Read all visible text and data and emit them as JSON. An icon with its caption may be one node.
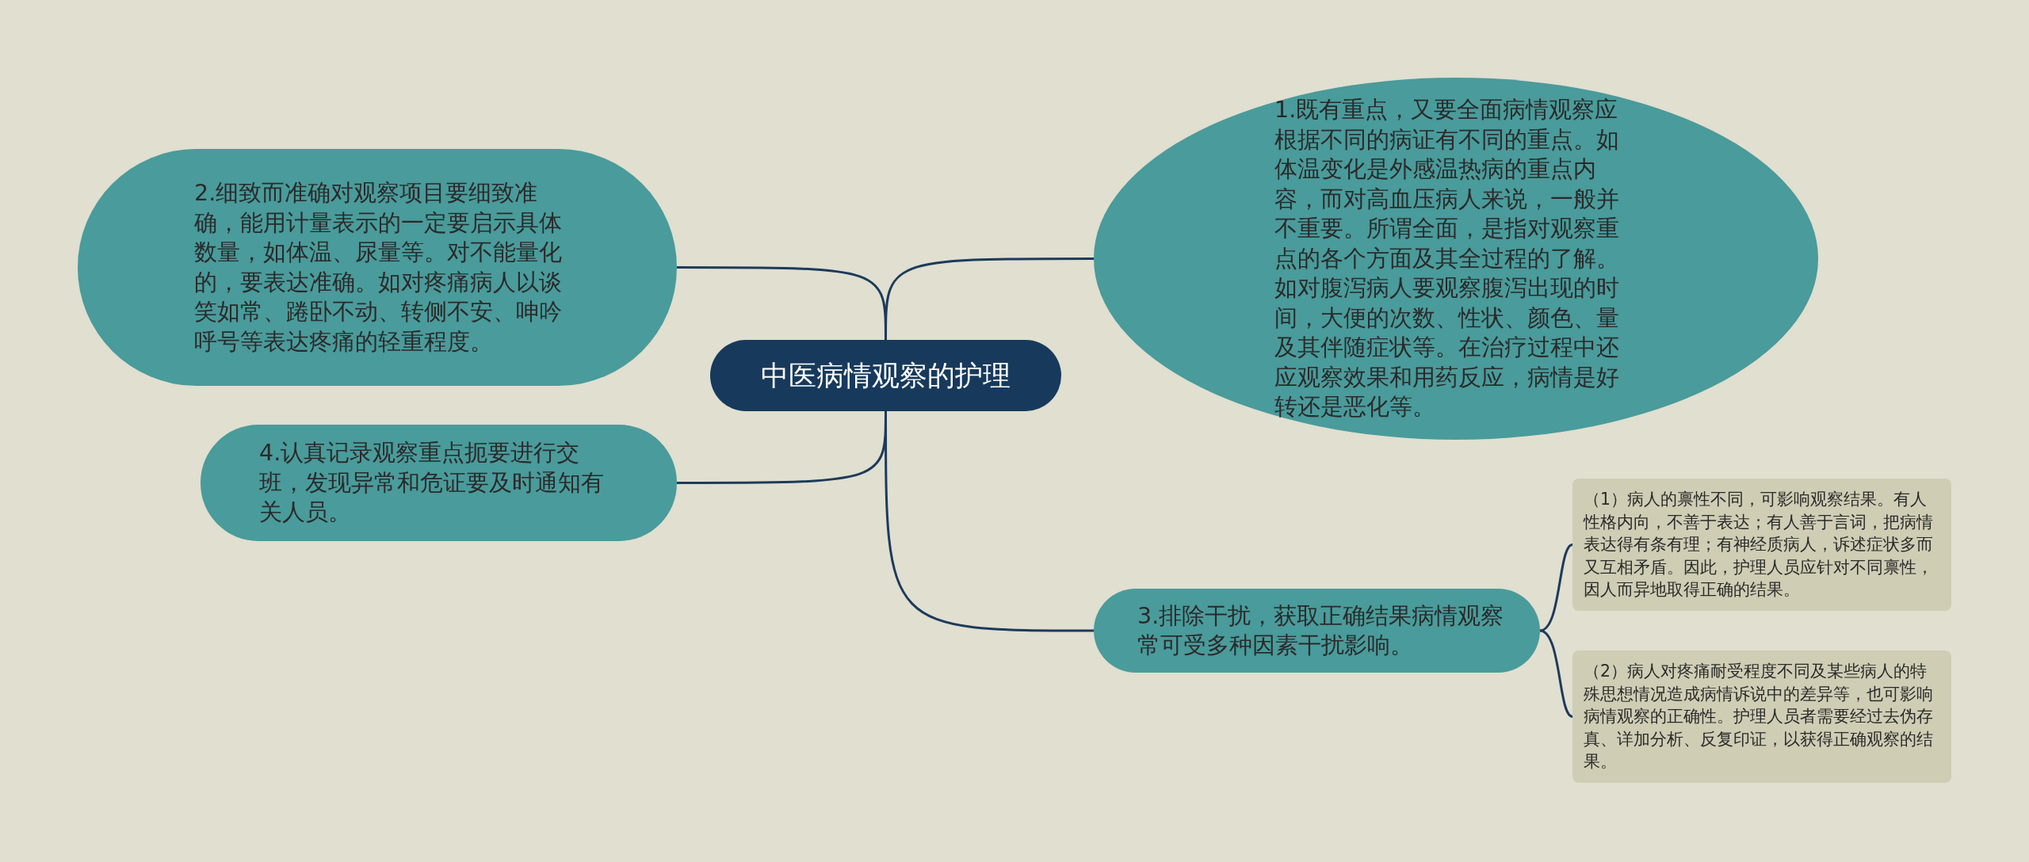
{
  "diagram": {
    "nodes": [
      {
        "text": [
          "中医病情观察的护理"
        ]
      },
      {
        "text": [
          "1.既有重点，又要全面病情观察应根据不同的病证有不同的重点。如体温变化是外感温热病的重点内容，而对高血压病人来说，一般并不重要。所谓全面，是指对观察重点的各个方面及其全过程的了解。如对腹泻病人要观察腹泻出现的时间，大便的次数、性状、颜色、量及其伴随症状等。在治疗过程中还应观察效果和用药反应，病情是好转还是恶化等。"
        ]
      },
      {
        "text": [
          "2.细致而准确对观察项目要细致准确，能用计量表示的一定要启示具体数量，如体温、尿量等。对不能量化的，要表达准确。如对疼痛病人以谈笑如常、踡卧不动、转侧不安、呻吟呼号等表达疼痛的轻重程度。"
        ]
      },
      {
        "text": [
          "3.排除干扰，获取正确结果病情观察常可受多种因素干扰影响。"
        ]
      },
      {
        "text": [
          "4.认真记录观察重点扼要进行交班，发现异常和危证要及时通知有关人员。"
        ]
      },
      {
        "text": [
          "（1）病人的禀性不同，可影响观察结果。有人性格内向，不善于表达；有人善于言词，把病情表达得有条有理；有神经质病人，诉述症状多而又互相矛盾。因此，护理人员应针对不同禀性，因人而异地取得正确的结果。"
        ]
      },
      {
        "text": [
          "（2）病人对疼痛耐受程度不同及某些病人的特殊思想情况造成病情诉说中的差异等，也可影响病情观察的正确性。护理人员者需要经过去伪存真、详加分析、反复印证，以获得正确观察的结果。"
        ]
      }
    ],
    "edges": [
      {
        "from": 0,
        "to": 1,
        "arrow": "none"
      },
      {
        "from": 0,
        "to": 2,
        "arrow": "none"
      },
      {
        "from": 0,
        "to": 3,
        "arrow": "none"
      },
      {
        "from": 0,
        "to": 4,
        "arrow": "none"
      },
      {
        "from": 3,
        "to": 5,
        "arrow": "none"
      },
      {
        "from": 3,
        "to": 6,
        "arrow": "none"
      }
    ]
  }
}
